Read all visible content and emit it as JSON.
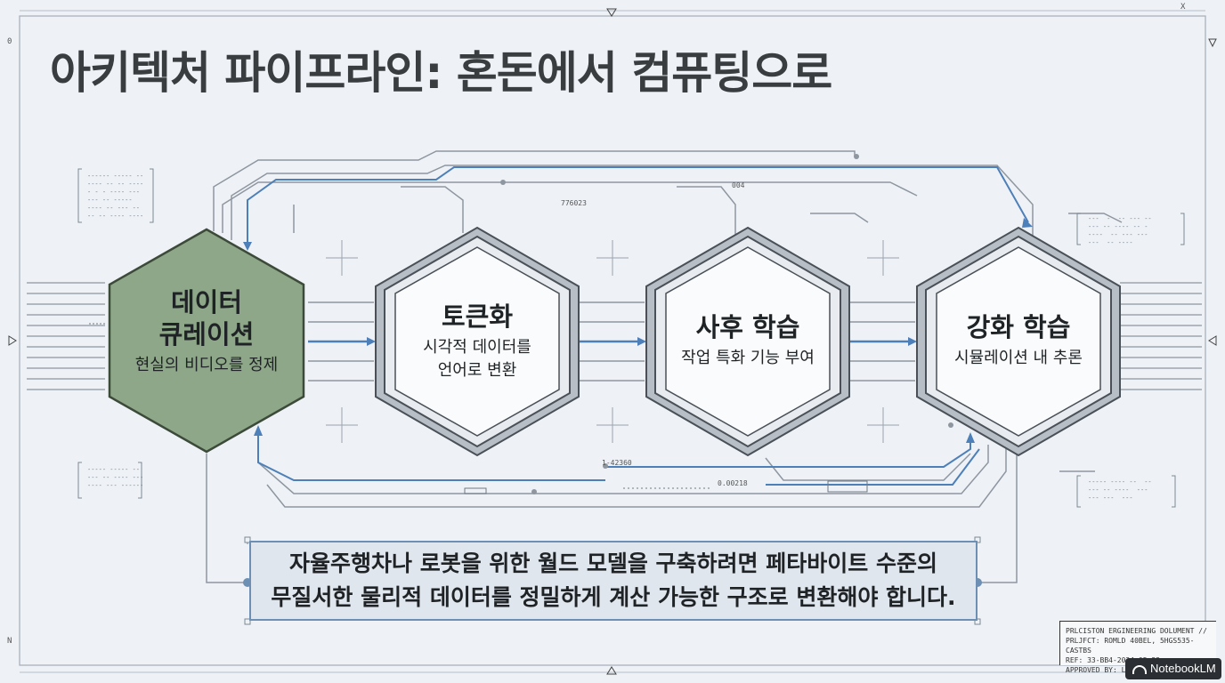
{
  "title": "아키텍처 파이프라인: 혼돈에서 컴퓨팅으로",
  "stages": [
    {
      "title": "데이터\n큐레이션",
      "subtitle": "현실의 비디오를 정제",
      "fill": "#8ea788"
    },
    {
      "title": "토큰화",
      "subtitle": "시각적 데이터를\n언어로 변환",
      "fill": "#fafbfc"
    },
    {
      "title": "사후 학습",
      "subtitle": "작업 특화 기능 부여",
      "fill": "#fafbfc"
    },
    {
      "title": "강화 학습",
      "subtitle": "시뮬레이션 내 추론",
      "fill": "#fafbfc"
    }
  ],
  "note": "자율주행차나 로봇을 위한 월드 모델을 구축하려면 페타바이트 수준의\n무질서한 물리적 데이터를 정밀하게 계산 가능한 구조로 변환해야 합니다.",
  "labels": {
    "code_top_left": "776023",
    "code_top_mid": "004",
    "code_bottom_left": "1-42360",
    "code_bottom_mid": "0.00218"
  },
  "doc_block": {
    "line1": "PRLCISTON ERGINEERING DOLUMENT //",
    "line2": "PRLJFCT: ROMLD 40BEL, 5HGS535-CASTBS",
    "line3": "REF: 33-BB4-2024.05-23",
    "line4": "APPROVED BY: LEAD ENGINEER"
  },
  "edge_marks": {
    "top_right": "X",
    "left_top": "0",
    "left_bottom": "N"
  },
  "watermark": "NotebookLM",
  "colors": {
    "accent_blue": "#4d7fb8",
    "line_gray": "#8e96a0",
    "green_hex": "#8ea788",
    "note_bg": "#dfe6ee"
  }
}
